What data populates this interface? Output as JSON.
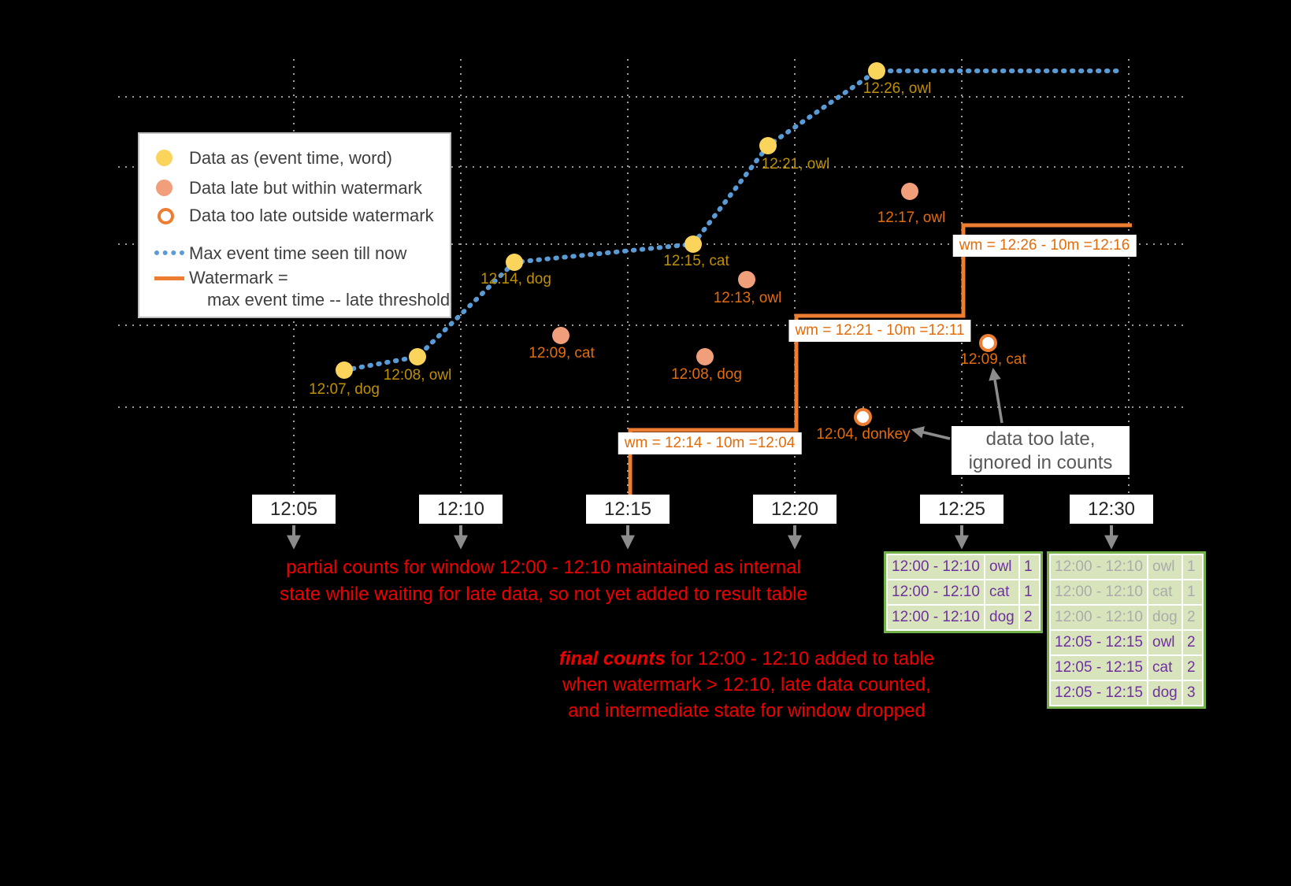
{
  "legend": {
    "item1": "Data as (event time, word)",
    "item2": "Data late but within watermark",
    "item3": "Data too late outside watermark",
    "item4": "Max event time seen till now",
    "item5_line1": "Watermark =",
    "item5_line2": "max event time -- late threshold"
  },
  "points": {
    "on_time": [
      {
        "label": "12:07, dog"
      },
      {
        "label": "12:08, owl"
      },
      {
        "label": "12:14, dog"
      },
      {
        "label": "12:15, cat"
      },
      {
        "label": "12:21, owl"
      },
      {
        "label": "12:26, owl"
      }
    ],
    "late": [
      {
        "label": "12:09, cat"
      },
      {
        "label": "12:08, dog"
      },
      {
        "label": "12:13, owl"
      },
      {
        "label": "12:17, owl"
      }
    ],
    "too_late": [
      {
        "label": "12:04, donkey"
      },
      {
        "label": "12:09, cat"
      }
    ]
  },
  "watermarks": [
    {
      "label": "wm = 12:14 - 10m =12:04"
    },
    {
      "label": "wm = 12:21 - 10m =12:11"
    },
    {
      "label": "wm = 12:26 - 10m =12:16"
    }
  ],
  "time_ticks": [
    {
      "label": "12:05"
    },
    {
      "label": "12:10"
    },
    {
      "label": "12:15"
    },
    {
      "label": "12:20"
    },
    {
      "label": "12:25"
    },
    {
      "label": "12:30"
    }
  ],
  "annotations": {
    "partial": {
      "line1": "partial counts for window 12:00 - 12:10 maintained as internal",
      "line2": "state while waiting for late data, so not yet added to result table"
    },
    "final": {
      "emphasis": "final counts",
      "line1_rest": " for 12:00 - 12:10 added to table",
      "line2": "when watermark > 12:10, late data counted,",
      "line3": "and intermediate state for window dropped"
    },
    "too_late_note": {
      "line1": "data too late,",
      "line2": "ignored in counts"
    }
  },
  "result_tables": {
    "table_1225": {
      "rows": [
        {
          "window": "12:00 - 12:10",
          "word": "owl",
          "count": "1"
        },
        {
          "window": "12:00 - 12:10",
          "word": "cat",
          "count": "1"
        },
        {
          "window": "12:00 - 12:10",
          "word": "dog",
          "count": "2"
        }
      ]
    },
    "table_1230": {
      "rows": [
        {
          "window": "12:00 - 12:10",
          "word": "owl",
          "count": "1",
          "state": "old"
        },
        {
          "window": "12:00 - 12:10",
          "word": "cat",
          "count": "1",
          "state": "old"
        },
        {
          "window": "12:00 - 12:10",
          "word": "dog",
          "count": "2",
          "state": "old"
        },
        {
          "window": "12:05 - 12:15",
          "word": "owl",
          "count": "2",
          "state": "new"
        },
        {
          "window": "12:05 - 12:15",
          "word": "cat",
          "count": "2",
          "state": "new"
        },
        {
          "window": "12:05 - 12:15",
          "word": "dog",
          "count": "3",
          "state": "new"
        }
      ]
    }
  },
  "colors": {
    "on_time_dot": "#FBD45C",
    "late_dot": "#F19E7B",
    "too_late_ring": "#ED7D31",
    "max_event_time_line": "#5B9BD5",
    "watermark_line": "#ED7D31",
    "annotation_red": "#EE0000",
    "table_text_purple": "#7030A0",
    "table_border_green": "#74B049"
  }
}
